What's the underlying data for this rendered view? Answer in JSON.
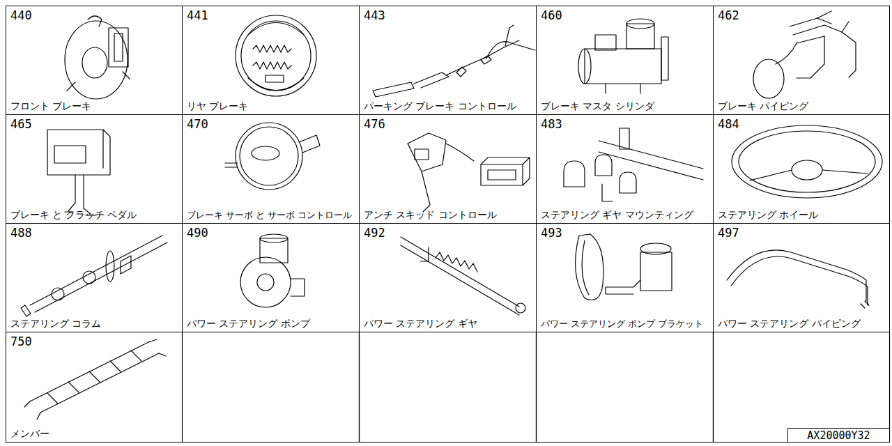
{
  "diagram": {
    "nodes": [
      {
        "text": [
          "440",
          "フロント ブレーキ"
        ]
      },
      {
        "text": [
          "441",
          "リヤ ブレーキ"
        ]
      },
      {
        "text": [
          "443",
          "パーキング ブレーキ コントロール"
        ]
      },
      {
        "text": [
          "460",
          "ブレーキ マスタ シリンダ"
        ]
      },
      {
        "text": [
          "462",
          "ブレーキ パイピング"
        ]
      },
      {
        "text": [
          "465",
          "ブレーキ と クラッチ ペダル"
        ]
      },
      {
        "text": [
          "470",
          "ブレーキ サーボ と サーボ コントロール"
        ]
      },
      {
        "text": [
          "476",
          "アンチ スキッド コントロール"
        ]
      },
      {
        "text": [
          "483",
          "ステアリング ギヤ マウンティング"
        ]
      },
      {
        "text": [
          "484",
          "ステアリング ホイール"
        ]
      },
      {
        "text": [
          "488",
          "ステアリング コラム"
        ]
      },
      {
        "text": [
          "490",
          "パワー ステアリング ポンプ"
        ]
      },
      {
        "text": [
          "492",
          "パワー ステアリング ギヤ"
        ]
      },
      {
        "text": [
          "493",
          "パワー ステアリング ポンプ ブラケット"
        ]
      },
      {
        "text": [
          "497",
          "パワー ステアリング パイピング"
        ]
      },
      {
        "text": [
          "750",
          "メンバー"
        ]
      },
      {
        "text": [
          "AX20000Y32"
        ]
      }
    ]
  }
}
